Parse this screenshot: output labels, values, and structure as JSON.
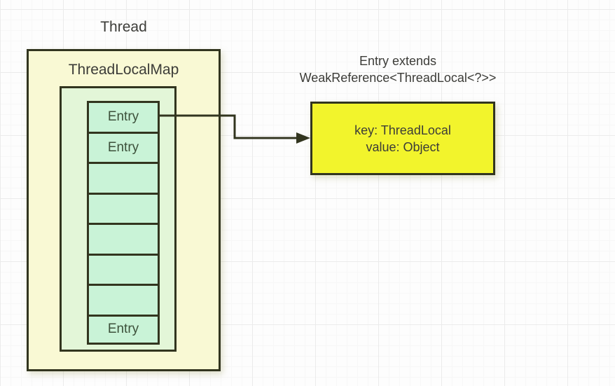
{
  "thread_label": "Thread",
  "threadlocalmap": {
    "title": "ThreadLocalMap",
    "entries": [
      {
        "label": "Entry"
      },
      {
        "label": "Entry"
      },
      {
        "label": ""
      },
      {
        "label": ""
      },
      {
        "label": ""
      },
      {
        "label": ""
      },
      {
        "label": ""
      },
      {
        "label": "Entry"
      }
    ]
  },
  "entry_note": {
    "line1": "Entry extends",
    "line2": "WeakReference<ThreadLocal<?>>"
  },
  "entry_box": {
    "line1": "key: ThreadLocal",
    "line2": "value: Object"
  },
  "colors": {
    "outer_fill": "#f9f9d4",
    "inner_fill": "#e3f6d8",
    "cell_fill": "#c9f3d7",
    "highlight_fill": "#f2f42c",
    "border": "#32351f",
    "text": "#3c3c38",
    "entry_text": "#3c503a",
    "grid_minor": "#f7f7f7",
    "grid_major": "#ebebeb"
  }
}
